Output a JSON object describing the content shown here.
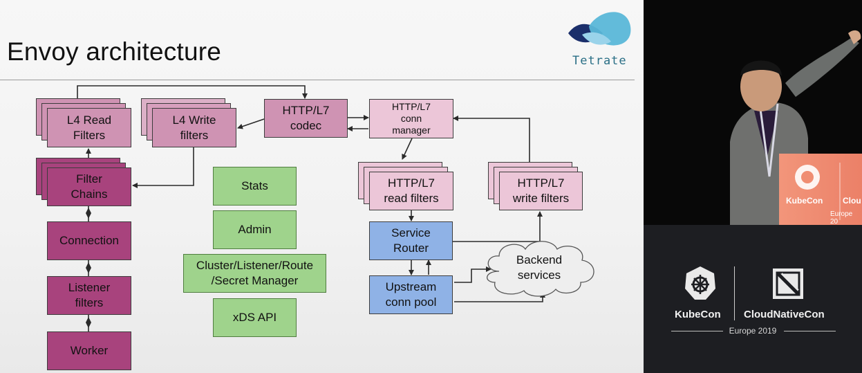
{
  "slide": {
    "title": "Envoy architecture",
    "logo_text": "Tetrate"
  },
  "diagram": {
    "nodes": {
      "l4_read": "L4 Read\nFilters",
      "l4_write": "L4 Write\nfilters",
      "http_codec": "HTTP/L7\ncodec",
      "http_conn_mgr": "HTTP/L7\nconn\nmanager",
      "filter_chains": "Filter\nChains",
      "connection": "Connection",
      "listener_filters": "Listener\nfilters",
      "worker": "Worker",
      "stats": "Stats",
      "admin": "Admin",
      "cluster_manager": "Cluster/Listener/Route\n/Secret Manager",
      "xds_api": "xDS API",
      "http_read_filters": "HTTP/L7\nread filters",
      "http_write_filters": "HTTP/L7\nwrite filters",
      "service_router": "Service\nRouter",
      "upstream_pool": "Upstream\nconn pool",
      "backend_services": "Backend\nservices"
    },
    "colors": {
      "mauve_light": "#cf93b3",
      "mauve_dark": "#a8437d",
      "pink": "#ecc6d8",
      "green": "#9fd38c",
      "blue": "#8fb2e6"
    }
  },
  "branding": {
    "kubecon": "KubeCon",
    "cloudnativecon": "CloudNativeCon",
    "event": "Europe 2019",
    "podium_kubecon": "KubeCon",
    "podium_cloud": "Clou",
    "podium_event": "Europe 20"
  }
}
